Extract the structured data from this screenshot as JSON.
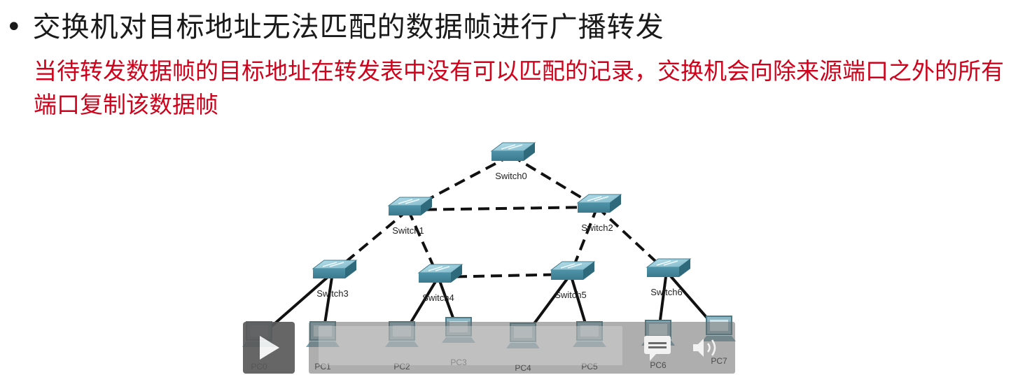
{
  "slide": {
    "bullet": "•",
    "title": "交换机对目标地址无法匹配的数据帧进行广播转发",
    "subtitle": "当待转发数据帧的目标地址在转发表中没有可以匹配的记录，交换机会向除来源端口之外的所有端口复制该数据帧"
  },
  "diagram": {
    "switches": [
      {
        "id": "s0",
        "label": "Switch0"
      },
      {
        "id": "s1",
        "label": "Switch1"
      },
      {
        "id": "s2",
        "label": "Switch2"
      },
      {
        "id": "s3",
        "label": "Switch3"
      },
      {
        "id": "s4",
        "label": "Switch4"
      },
      {
        "id": "s5",
        "label": "Switch5"
      },
      {
        "id": "s6",
        "label": "Switch6"
      }
    ],
    "pcs": [
      {
        "id": "p0",
        "label": "PC0"
      },
      {
        "id": "p1",
        "label": "PC1"
      },
      {
        "id": "p2",
        "label": "PC2"
      },
      {
        "id": "p3",
        "label": "PC3"
      },
      {
        "id": "p4",
        "label": "PC4"
      },
      {
        "id": "p5",
        "label": "PC5"
      },
      {
        "id": "p6",
        "label": "PC6"
      },
      {
        "id": "p7",
        "label": "PC7"
      }
    ],
    "links": [
      {
        "from": "s0",
        "to": "s1",
        "style": "dashed"
      },
      {
        "from": "s0",
        "to": "s2",
        "style": "dashed"
      },
      {
        "from": "s1",
        "to": "s2",
        "style": "dashed"
      },
      {
        "from": "s1",
        "to": "s3",
        "style": "dashed"
      },
      {
        "from": "s1",
        "to": "s4",
        "style": "dashed"
      },
      {
        "from": "s2",
        "to": "s5",
        "style": "dashed"
      },
      {
        "from": "s2",
        "to": "s6",
        "style": "dashed"
      },
      {
        "from": "s4",
        "to": "s5",
        "style": "dashed"
      },
      {
        "from": "s3",
        "to": "p0",
        "style": "solid"
      },
      {
        "from": "s3",
        "to": "p1",
        "style": "solid"
      },
      {
        "from": "s4",
        "to": "p2",
        "style": "solid"
      },
      {
        "from": "s4",
        "to": "p3",
        "style": "solid"
      },
      {
        "from": "s5",
        "to": "p4",
        "style": "solid"
      },
      {
        "from": "s5",
        "to": "p5",
        "style": "solid"
      },
      {
        "from": "s6",
        "to": "p6",
        "style": "solid"
      },
      {
        "from": "s6",
        "to": "p7",
        "style": "solid"
      }
    ]
  },
  "player": {
    "play_icon": "play-icon",
    "captions_icon": "captions-icon",
    "volume_icon": "volume-icon"
  }
}
